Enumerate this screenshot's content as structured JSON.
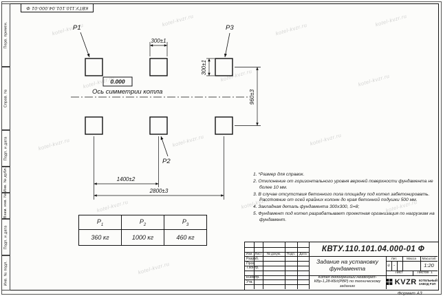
{
  "watermark": "kotel-kvzr.ru",
  "sheet": {
    "doc_number_top": "КВТУ.110.101.04.000-01 Ф",
    "format_label": "Формат А3"
  },
  "side_strip": {
    "items": [
      "Перв. примен.",
      "Справ. №",
      "Подп. и дата",
      "Инв. № дубл.",
      "Взам. инв. №",
      "Подп. и дата",
      "Инв. № подл."
    ]
  },
  "drawing": {
    "labels": {
      "p1": "Р1",
      "p2": "Р2",
      "p3": "Р3",
      "elevation": "0.000",
      "axis": "Ось симметрии котла"
    },
    "dimensions": {
      "pad_width": "300±1",
      "pad_height": "300±1",
      "row_spacing": "960±3",
      "half_span": "1400±2",
      "full_span": "2800±3"
    }
  },
  "notes": [
    "1. *Размер для справок.",
    "2. Отклонение от горизонтального уровня верхней поверхности фундамента не более 10 мм.",
    "3. В случае отсутствия бетонного пола площадку под котел забетонировать. Расстояние от осей крайних колонн до края бетонной подушки 500 мм.",
    "4. Закладная деталь фундамента 300х300, S=8;",
    "5. Фундамент под котел разрабатывает проектная организация по нагрузкам на фундамент."
  ],
  "load_table": {
    "headers": [
      {
        "base": "Р",
        "sub": "1"
      },
      {
        "base": "Р",
        "sub": "2"
      },
      {
        "base": "Р",
        "sub": "3"
      }
    ],
    "values": [
      "360 кг",
      "1000 кг",
      "460 кг"
    ]
  },
  "title_block": {
    "doc_number": "КВТУ.110.101.04.000-01 Ф",
    "header_cols": [
      "Изм.",
      "Лист",
      "№ докум.",
      "Подп.",
      "Дата"
    ],
    "roles": [
      "Разраб.",
      "Пров.",
      "Т.контр.",
      "Н.контр.",
      "Утв."
    ],
    "title": "Задание на установку фундамента",
    "subtitle": "Котел Водогрейный Heatexpert-КВр-1,28-КБд(РВР) по техническому заданию",
    "lit_label": "Лит.",
    "lit_values": [
      "и",
      "-",
      ""
    ],
    "mass_label": "Масса",
    "scale_label": "Масштаб",
    "scale_value": "1:20",
    "sheet_label": "Лист",
    "sheets_label": "Листов",
    "sheets_value": "1",
    "logo_text": "KVZR",
    "logo_caption_1": "КОТЕЛЬНЫЙ",
    "logo_caption_2": "ЗАВОД РЭП"
  }
}
